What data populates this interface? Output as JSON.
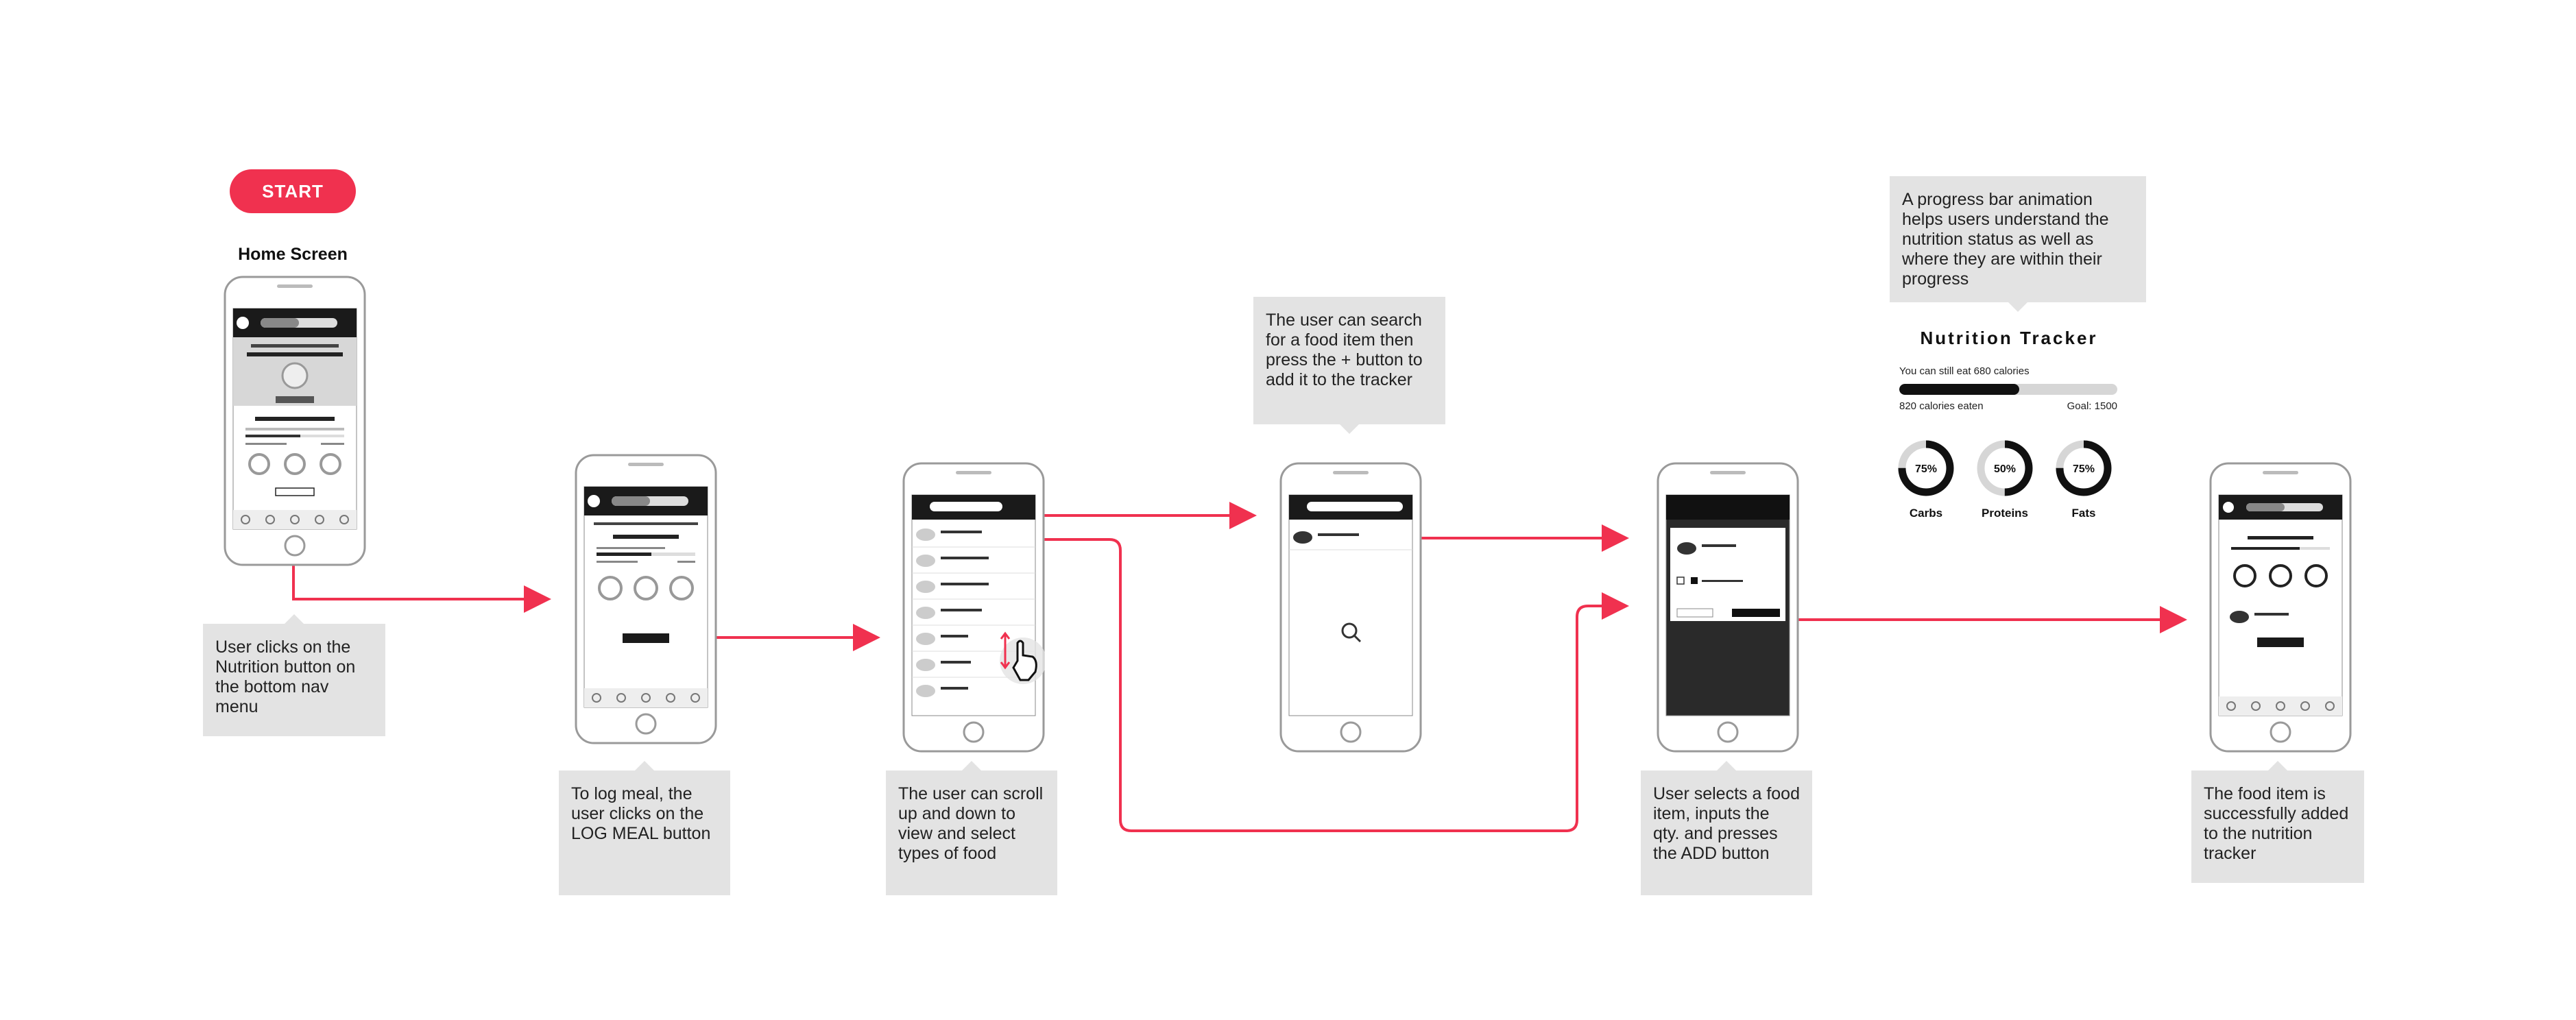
{
  "start_label": "START",
  "home_title": "Home Screen",
  "notes": {
    "n1": "User clicks on the Nutrition button on the bottom nav menu",
    "n2": "To log meal, the user clicks on the LOG MEAL button",
    "n3": "The user can scroll up and down to view and select types of food",
    "n4": "The user can search for a food item then press the + button to add it to the tracker",
    "n5": "User selects a food item, inputs the qty. and presses the ADD button",
    "n6": "The food item is successfully added to the nutrition tracker",
    "n7": "A progress bar animation helps users understand the nutrition status as well as where they are within their progress"
  },
  "nutrition_tracker": {
    "title": "Nutrition Tracker",
    "remaining": "You can still eat 680 calories",
    "eaten": "820 calories eaten",
    "goal": "Goal: 1500",
    "progress_fraction": 0.55,
    "rings": [
      {
        "label": "Carbs",
        "value": "75%",
        "fraction": 0.75
      },
      {
        "label": "Proteins",
        "value": "50%",
        "fraction": 0.5
      },
      {
        "label": "Fats",
        "value": "75%",
        "fraction": 0.75
      }
    ]
  },
  "colors": {
    "accent": "#f0314f",
    "note_bg": "#e3e3e3",
    "phone_dark": "#1a1a1a"
  }
}
